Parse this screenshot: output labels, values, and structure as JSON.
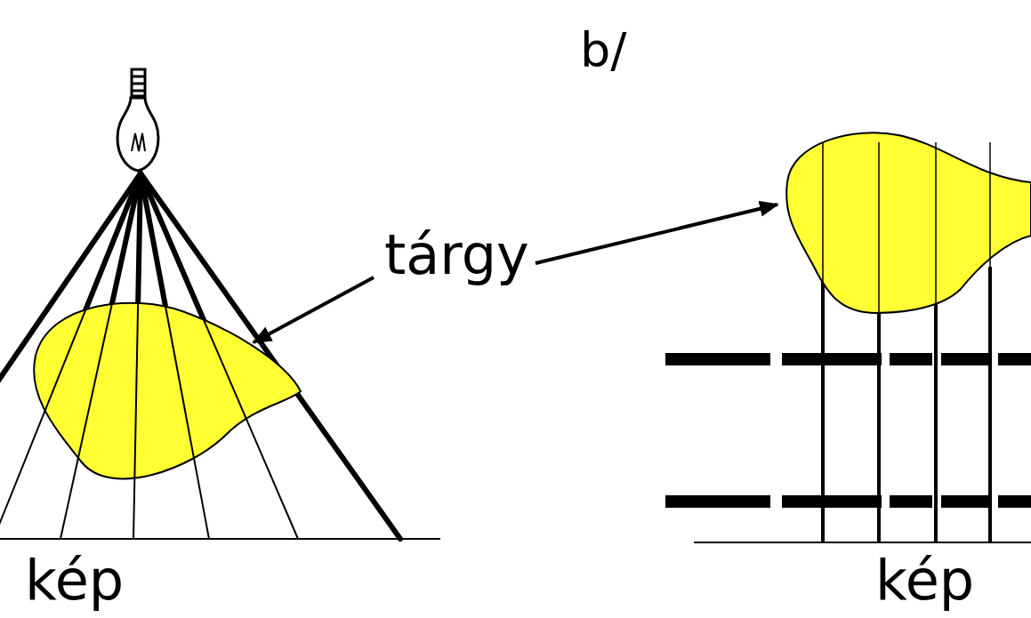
{
  "diagram": {
    "labels": [
      "b/",
      "tárgy",
      "kép",
      "kép"
    ]
  }
}
